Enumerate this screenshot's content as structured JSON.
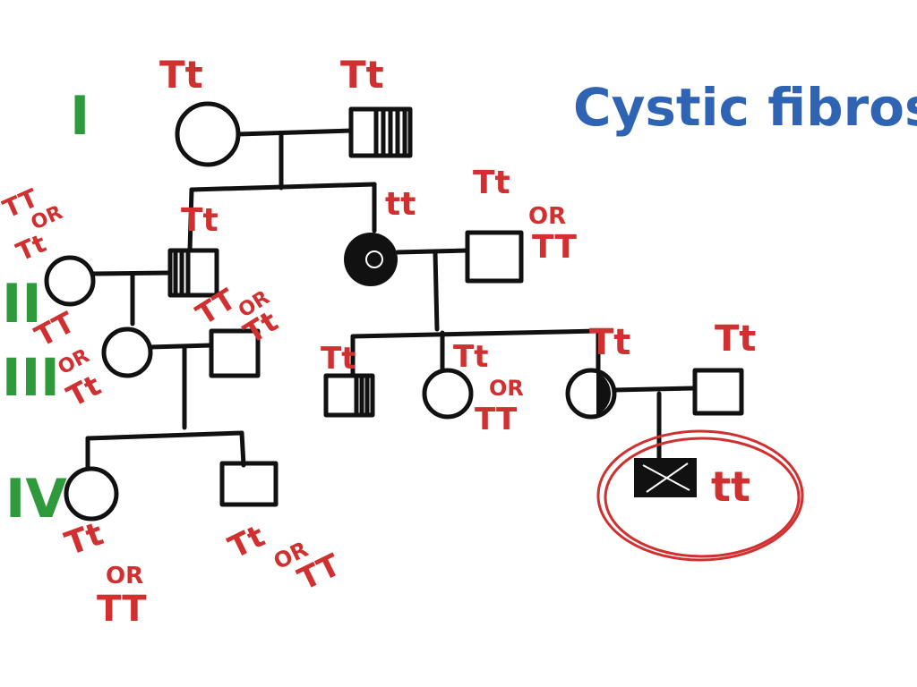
{
  "title": "Cystic fibrosis",
  "colors": {
    "ink": "#111111",
    "genotype": "#d0302f",
    "generation": "#2e9a3b",
    "title": "#2f63b4"
  },
  "generations": [
    "I",
    "II",
    "III",
    "IV"
  ],
  "genotypes": {
    "I_mother": "Tt",
    "I_father": "Tt",
    "II_spouse_left": [
      "TT",
      "OR",
      "Tt"
    ],
    "II_son": "Tt",
    "II_daughter": "tt",
    "II_spouse_right": [
      "Tt",
      "OR",
      "TT"
    ],
    "III_left_female": [
      "TT",
      "OR",
      "Tt"
    ],
    "III_left_male": [
      "TT",
      "OR",
      "Tt"
    ],
    "III_child_1": "Tt",
    "III_child_2": [
      "Tt",
      "OR",
      "TT"
    ],
    "III_child_3": "Tt",
    "III_spouse_far_right": "Tt",
    "IV_female": [
      "Tt",
      "OR",
      "TT"
    ],
    "IV_male": [
      "Tt",
      "OR",
      "TT"
    ],
    "IV_affected": "tt"
  }
}
